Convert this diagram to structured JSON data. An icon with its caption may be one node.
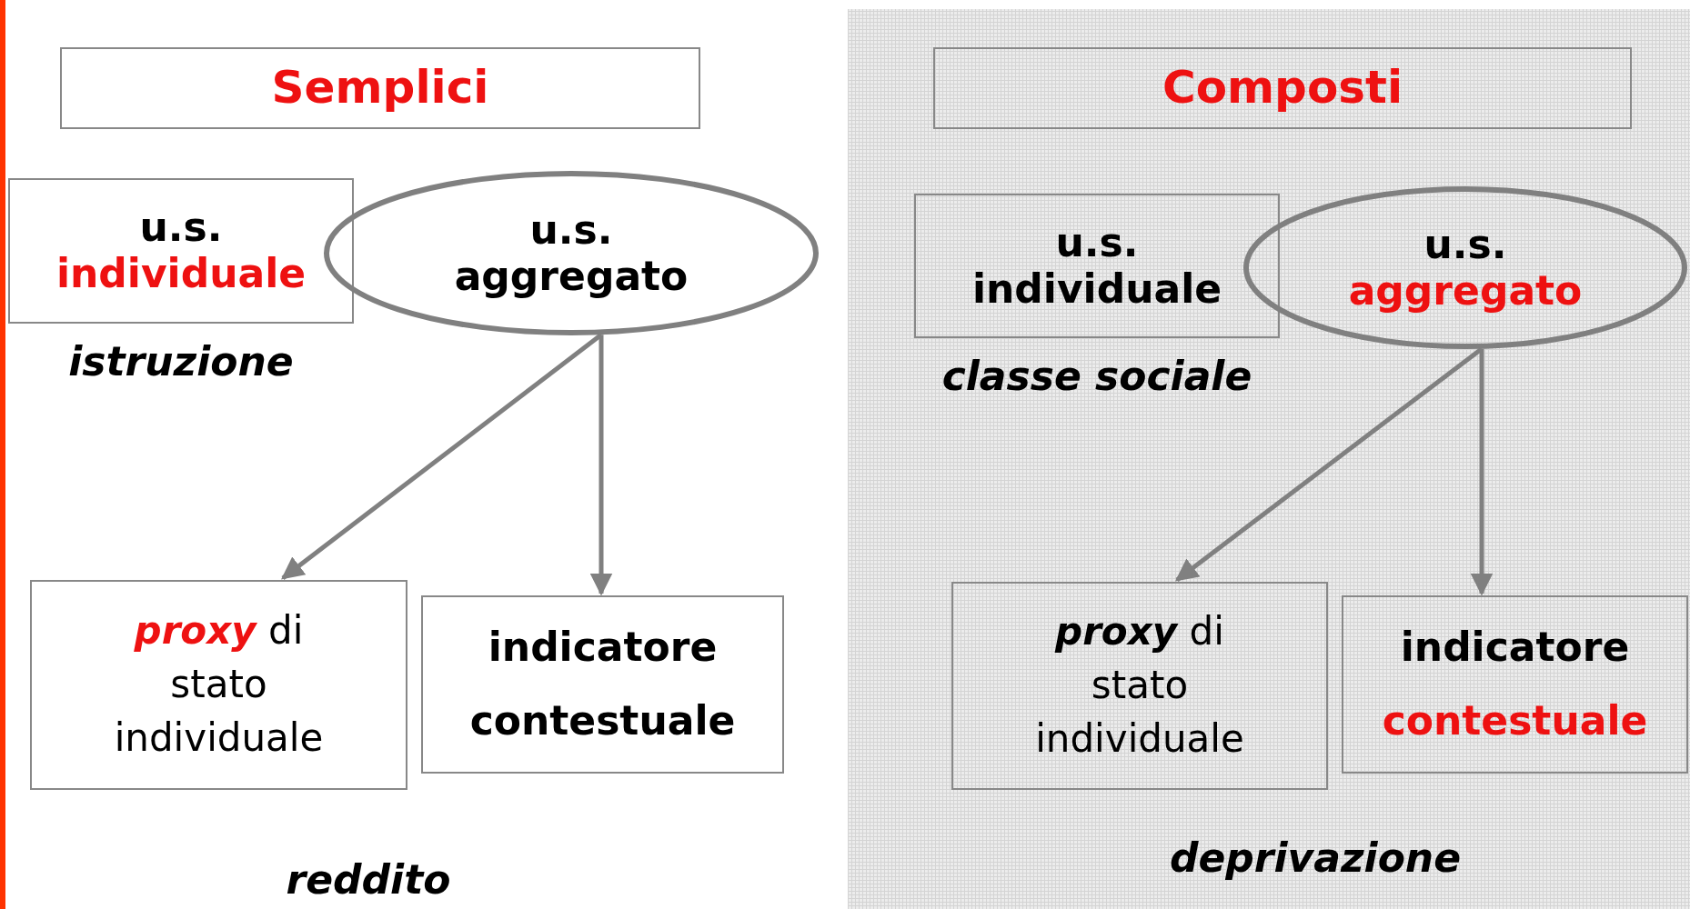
{
  "diagram": {
    "nodes": [
      {
        "text": [
          "Semplici"
        ]
      },
      {
        "text": [
          "u.s.",
          "individuale"
        ],
        "beside": [
          "istruzione"
        ]
      },
      {
        "text": [
          "u.s.",
          "aggregato"
        ]
      },
      {
        "text": [
          "*proxy* di stato individuale"
        ]
      },
      {
        "text": [
          "indicatore",
          "contestuale"
        ]
      },
      {
        "text": [
          "Composti"
        ]
      },
      {
        "text": [
          "u.s.",
          "individuale"
        ],
        "beside": [
          "classe sociale"
        ]
      },
      {
        "text": [
          "u.s.",
          "aggregato"
        ]
      },
      {
        "text": [
          "*proxy* di stato individuale"
        ]
      },
      {
        "text": [
          "indicatore",
          "contestuale"
        ]
      }
    ],
    "edges": [
      {
        "from": 2,
        "to": 3,
        "arrow": "to"
      },
      {
        "from": 2,
        "to": 4,
        "arrow": "to"
      },
      {
        "from": 7,
        "to": 8,
        "arrow": "to"
      },
      {
        "from": 7,
        "to": 9,
        "arrow": "to"
      }
    ],
    "labels": [
      "reddito",
      "deprivazione"
    ]
  }
}
